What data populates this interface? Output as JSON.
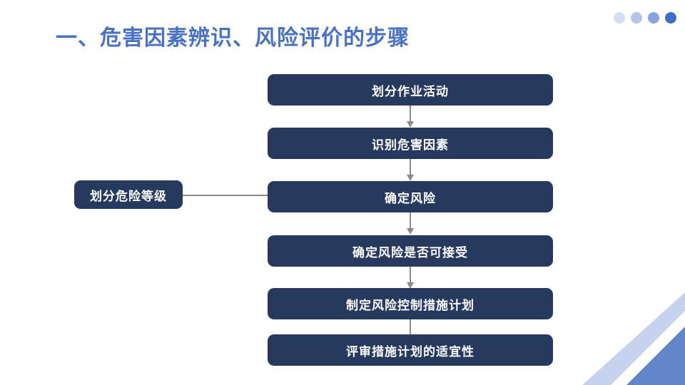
{
  "slide": {
    "title": "一、危害因素辨识、风险评价的步骤",
    "title_color": "#4a72c4",
    "background": "#ffffff"
  },
  "decoration": {
    "dots": [
      {
        "name": "dot-1",
        "color": "#d5dff3"
      },
      {
        "name": "dot-2",
        "color": "#b2c5e8"
      },
      {
        "name": "dot-3",
        "color": "#86a4dc"
      },
      {
        "name": "dot-4",
        "color": "#3f6fc4"
      }
    ],
    "corner": {
      "stripe_light_color": "#c5d3ee",
      "triangle_color": "#6186cb"
    }
  },
  "flowchart": {
    "node_fill": "#27395f",
    "node_text_color": "#ffffff",
    "connector_color": "#8a8a8a",
    "nodes": [
      {
        "id": "node-1",
        "label": "划分作业活动"
      },
      {
        "id": "node-2",
        "label": "识别危害因素"
      },
      {
        "id": "node-3",
        "label": "确定风险"
      },
      {
        "id": "node-4",
        "label": "确定风险是否可接受"
      },
      {
        "id": "node-5",
        "label": "制定风险控制措施计划"
      },
      {
        "id": "node-6",
        "label": "评审措施计划的适宜性"
      }
    ],
    "side_node": {
      "id": "side-node-1",
      "label": "划分危险等级",
      "attaches_to": "node-3"
    }
  }
}
